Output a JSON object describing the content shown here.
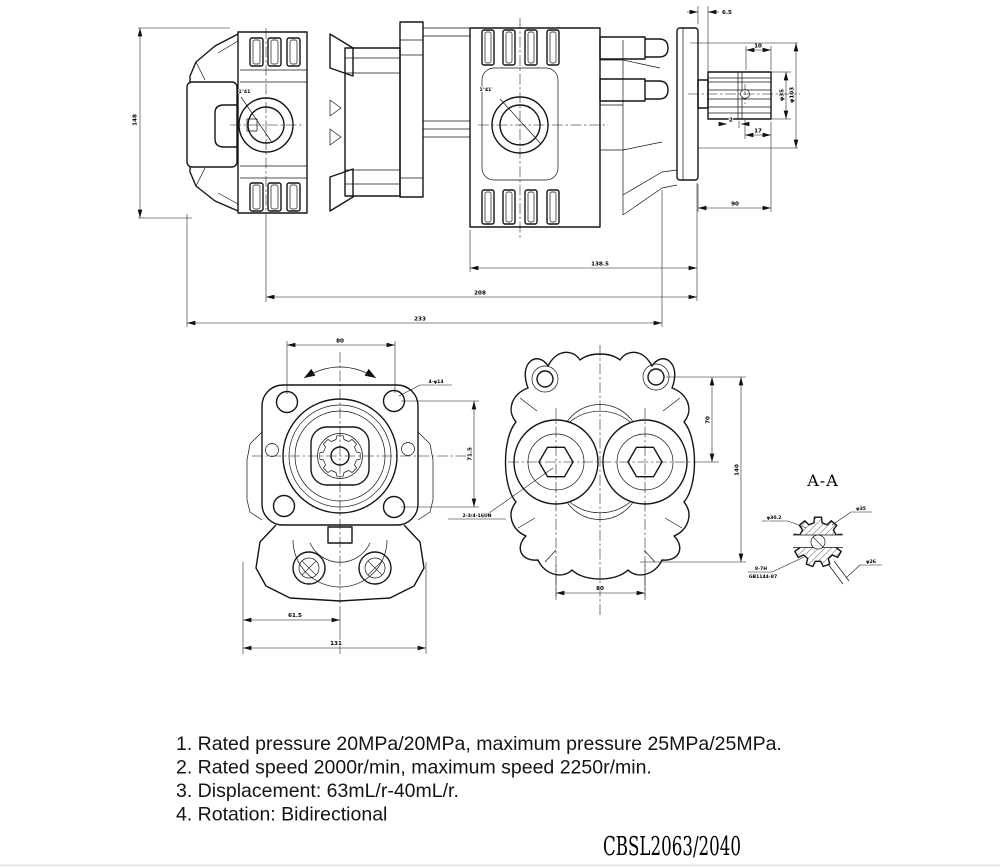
{
  "views": {
    "side": {
      "angle_front": "1°41′",
      "angle_rear": "1°41′",
      "dims": {
        "height": "148",
        "plate_step": "6.5",
        "spline_len": "10",
        "spline_dia": "φ35",
        "pilot_dia": "φ103",
        "groove": "2",
        "spline_total": "17",
        "shaft_ext": "90",
        "rear_length": "138.5",
        "mid_length": "208",
        "overall_length": "233"
      }
    },
    "front": {
      "dims": {
        "bolt_span_h": "80",
        "bolt_holes": "4-φ14",
        "bolt_span_v": "71.5",
        "center_offset": "61.5",
        "overall_width": "131"
      }
    },
    "rear": {
      "dims": {
        "port_to_center": "70",
        "overall_height": "140",
        "port_spacing": "80",
        "port_thread": "2-3/4-16UN"
      }
    },
    "section": {
      "title": "A-A",
      "dims": {
        "major_dia": "φ35",
        "pitch_dia": "φ30.2",
        "minor_dia": "φ26",
        "spline_note1": "8-7H",
        "spline_note2": "GB1144-87"
      }
    }
  },
  "notes": {
    "lines": [
      "1. Rated pressure 20MPa/20MPa, maximum pressure 25MPa/25MPa.",
      "2. Rated speed 2000r/min, maximum speed 2250r/min.",
      "3. Displacement: 63mL/r-40mL/r.",
      "4. Rotation: Bidirectional"
    ]
  },
  "model_code": "CBSL2063/2040"
}
